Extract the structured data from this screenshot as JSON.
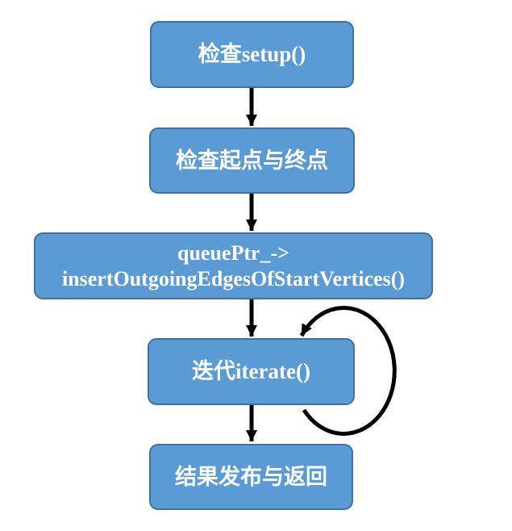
{
  "diagram": {
    "type": "flowchart",
    "colors": {
      "node_fill": "#5B9BD5",
      "node_border": "#41719C",
      "node_text": "#FFFFFF",
      "connector": "#000000",
      "background": "#FFFFFF"
    },
    "nodes": [
      {
        "id": "check-setup",
        "label": "检查setup()"
      },
      {
        "id": "check-endpoints",
        "label": "检查起点与终点"
      },
      {
        "id": "insert-edges",
        "label": "queuePtr_->\ninsertOutgoingEdgesOfStartVertices()"
      },
      {
        "id": "iterate",
        "label": "迭代iterate()",
        "self_loop": true
      },
      {
        "id": "result",
        "label": "结果发布与返回"
      }
    ],
    "edges": [
      {
        "from": "check-setup",
        "to": "check-endpoints",
        "type": "straight"
      },
      {
        "from": "check-endpoints",
        "to": "insert-edges",
        "type": "straight"
      },
      {
        "from": "insert-edges",
        "to": "iterate",
        "type": "straight"
      },
      {
        "from": "iterate",
        "to": "iterate",
        "type": "self-loop"
      },
      {
        "from": "iterate",
        "to": "result",
        "type": "straight"
      }
    ]
  }
}
